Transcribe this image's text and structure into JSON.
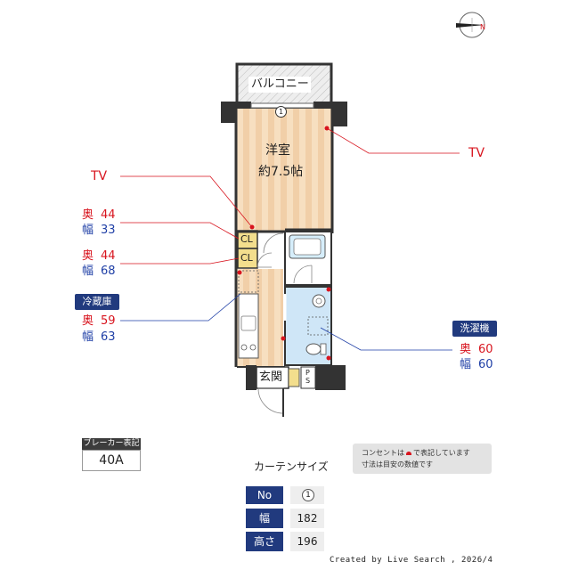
{
  "rooms": {
    "balcony": "バルコニー",
    "western_room": "洋室",
    "western_room_size": "約7.5帖",
    "entrance": "玄関",
    "closet_1": "CL",
    "closet_2": "CL",
    "ps": "PS",
    "window_no": "1"
  },
  "annotations": {
    "tv_left": "TV",
    "tv_right": "TV",
    "cl1_depth_label": "奥",
    "cl1_depth": "44",
    "cl1_width_label": "幅",
    "cl1_width": "33",
    "cl2_depth_label": "奥",
    "cl2_depth": "44",
    "cl2_width_label": "幅",
    "cl2_width": "68",
    "fridge_title": "冷蔵庫",
    "fridge_depth_label": "奥",
    "fridge_depth": "59",
    "fridge_width_label": "幅",
    "fridge_width": "63",
    "washer_title": "洗濯機",
    "washer_depth_label": "奥",
    "washer_depth": "60",
    "washer_width_label": "幅",
    "washer_width": "60"
  },
  "breaker": {
    "title": "ブレーカー表記",
    "value": "40A"
  },
  "note": {
    "line1_before": "コンセントは",
    "line1_after": "で表記しています",
    "line2": "寸法は目安の数値です"
  },
  "curtain": {
    "title": "カーテンサイズ",
    "headers": [
      "No",
      "幅",
      "高さ"
    ],
    "values": [
      "1",
      "182",
      "196"
    ]
  },
  "footer": "Created by Live Search , 2026/4",
  "colors": {
    "outlet": "#d8141e",
    "leader_red": "#d8141e",
    "leader_blue": "#1f3fa6",
    "floor_wood": "#f5d9b5",
    "wet_area": "#cfe6f7",
    "navy": "#213a7e"
  }
}
